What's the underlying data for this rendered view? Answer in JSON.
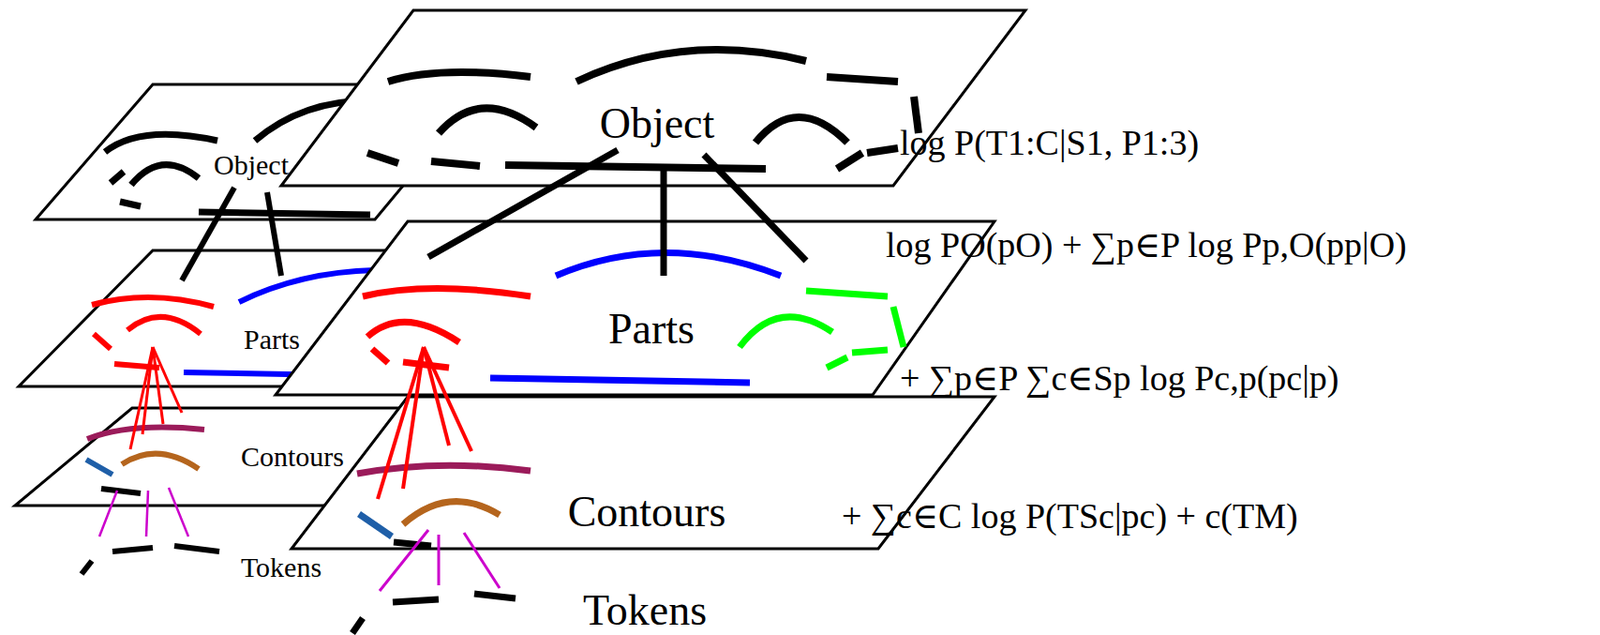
{
  "diagram": {
    "nodes": [
      {
        "text": [
          "Object"
        ]
      },
      {
        "text": [
          "Parts"
        ]
      },
      {
        "text": [
          "Contours"
        ]
      },
      {
        "text": [
          "Object"
        ]
      },
      {
        "text": [
          "Parts"
        ]
      },
      {
        "text": [
          "Contours"
        ]
      }
    ],
    "edges": [
      {
        "from": 0,
        "to": 1,
        "arrow": "to"
      },
      {
        "from": 0,
        "to": 1,
        "arrow": "to"
      },
      {
        "from": 1,
        "to": 2,
        "arrow": "to"
      },
      {
        "from": 1,
        "to": 2,
        "arrow": "to"
      },
      {
        "from": 1,
        "to": 2,
        "arrow": "to"
      },
      {
        "from": 1,
        "to": 2,
        "arrow": "to"
      },
      {
        "from": 3,
        "to": 4,
        "arrow": "to"
      },
      {
        "from": 3,
        "to": 4,
        "arrow": "to"
      },
      {
        "from": 3,
        "to": 4,
        "arrow": "to"
      },
      {
        "from": 4,
        "to": 5,
        "arrow": "to"
      },
      {
        "from": 4,
        "to": 5,
        "arrow": "to"
      },
      {
        "from": 4,
        "to": 5,
        "arrow": "to"
      },
      {
        "from": 4,
        "to": 5,
        "arrow": "to"
      }
    ],
    "labels": [
      "Tokens",
      "Tokens",
      "log P(T1:C|S1, P1:3)",
      "log PO(pO) + ∑p∈P log Pp,O(pp|O)",
      "+ ∑p∈P ∑c∈Sp log Pc,p(pc|p)",
      "+ ∑c∈C log P(TSc|pc) + c(TM)"
    ]
  }
}
